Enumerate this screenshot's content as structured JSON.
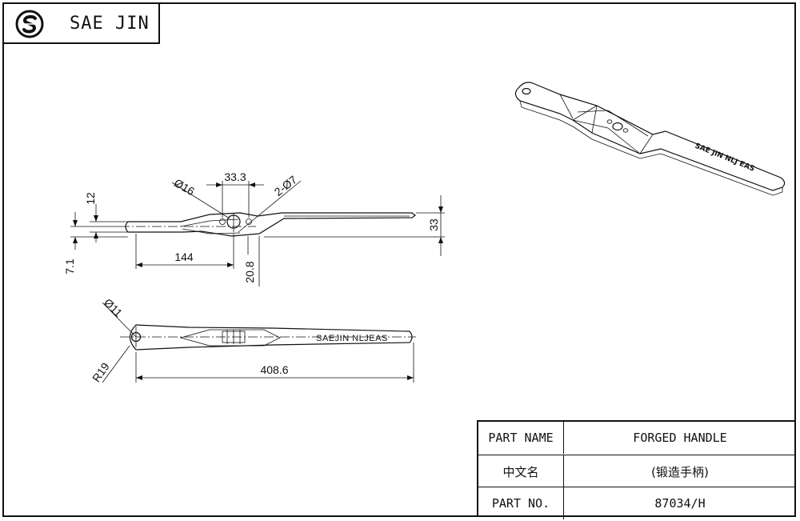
{
  "header": {
    "brand": "SAE JIN"
  },
  "dimensions": {
    "d12": "12",
    "d7_1": "7.1",
    "d16": "Ø16",
    "d33_3": "33.3",
    "d2_7": "2-Ø7",
    "d33": "33",
    "d144": "144",
    "d20_8": "20.8",
    "d11": "Ø11",
    "r19": "R19",
    "d408_6": "408.6"
  },
  "engraving": {
    "side_view": "SAEJIN NLJEAS",
    "iso_view": "SAE JIN NLJ EAS"
  },
  "title_block": {
    "rows": [
      {
        "label": "PART NAME",
        "value": "FORGED HANDLE"
      },
      {
        "label": "中文名",
        "value": "(锻造手柄)"
      },
      {
        "label": "PART NO.",
        "value": "87034/H"
      }
    ]
  }
}
